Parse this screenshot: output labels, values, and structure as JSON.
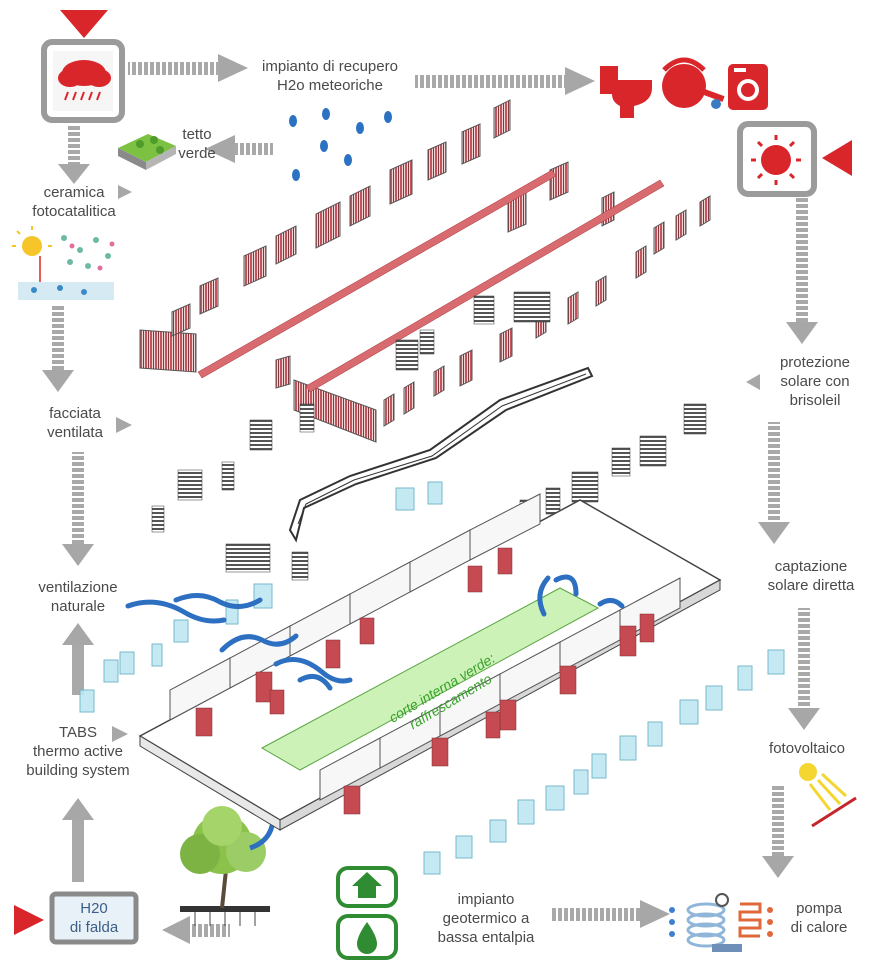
{
  "labels": {
    "rain_recovery": "impianto di recupero",
    "rain_recovery_2": "H2o meteoriche",
    "green_roof": "tetto",
    "green_roof_2": "verde",
    "ceramic": "ceramica",
    "ceramic_2": "fotocatalitica",
    "facade": "facciata",
    "facade_2": "ventilata",
    "ventilation": "ventilazione",
    "ventilation_2": "naturale",
    "tabs": "TABS",
    "tabs_2": "thermo active",
    "tabs_3": "building system",
    "groundwater": "H20",
    "groundwater_2": "di falda",
    "geothermal": "impianto",
    "geothermal_2": "geotermico a",
    "geothermal_3": "bassa entalpia",
    "heat_pump": "pompa",
    "heat_pump_2": "di calore",
    "photovoltaic": "fotovoltaico",
    "solar_capture": "captazione",
    "solar_capture_2": "solare diretta",
    "solar_protection": "protezione",
    "solar_protection_2": "solare con",
    "solar_protection_3": "brisoleil",
    "courtyard": "corte interna verde:",
    "courtyard_2": "raffrescamento"
  },
  "colors": {
    "red": "#d9262b",
    "grey_arrow": "#a7a7a7",
    "green": "#2f8c33",
    "brick": "#c9545a",
    "glass": "#bfe7f2",
    "blue_air": "#2d6fc1",
    "courtyard_green": "#ccf2b8"
  },
  "icons": [
    "rain-cloud-icon",
    "sun-icon",
    "green-roof-icon",
    "toilet-icon",
    "watering-can-icon",
    "washing-machine-icon",
    "photocatalysis-icon",
    "tree-icon",
    "house-icon",
    "water-drop-icon",
    "heat-pump-icon",
    "photovoltaic-panel-icon"
  ]
}
